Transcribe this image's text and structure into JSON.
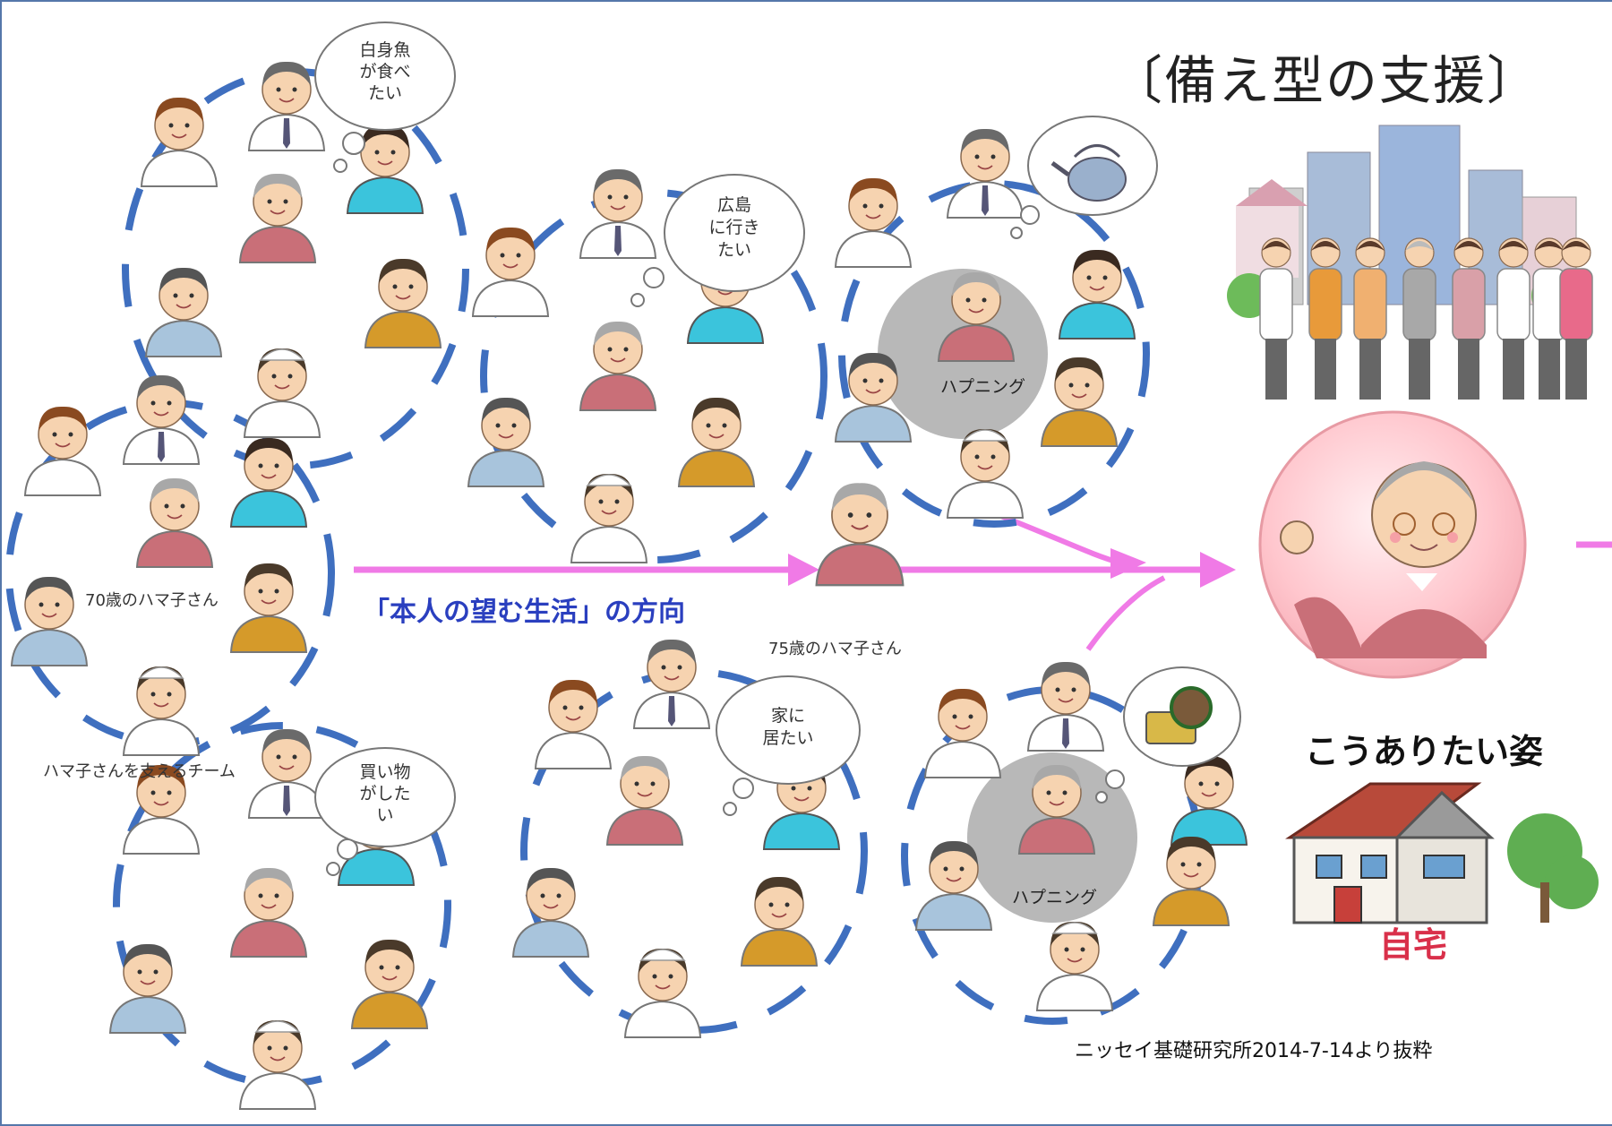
{
  "title": "〔備え型の支援〕",
  "arrow_label": "「本人の望む生活」の方向",
  "label_70": "70歳のハマ子さん",
  "label_75": "75歳のハマ子さん",
  "team_label": "ハマ子さんを支えるチーム",
  "bubbles": {
    "b1": [
      "白身魚",
      "が食べ",
      "たい"
    ],
    "b2": [
      "広島",
      "に行き",
      "たい"
    ],
    "b3": [
      "家に",
      "居たい"
    ],
    "b4": [
      "買い物",
      "がした",
      "い"
    ]
  },
  "happening": "ハプニング",
  "ideal": "こうありたい姿",
  "home": "自宅",
  "source": "ニッセイ基礎研究所2014-7-14より抜粋",
  "colors": {
    "dash": "#3f6fbf",
    "arrow": "#f07ae6",
    "circle_bg": "#ffc9cf",
    "happening_bg": "#b8b8b8",
    "frame": "#5577aa"
  }
}
